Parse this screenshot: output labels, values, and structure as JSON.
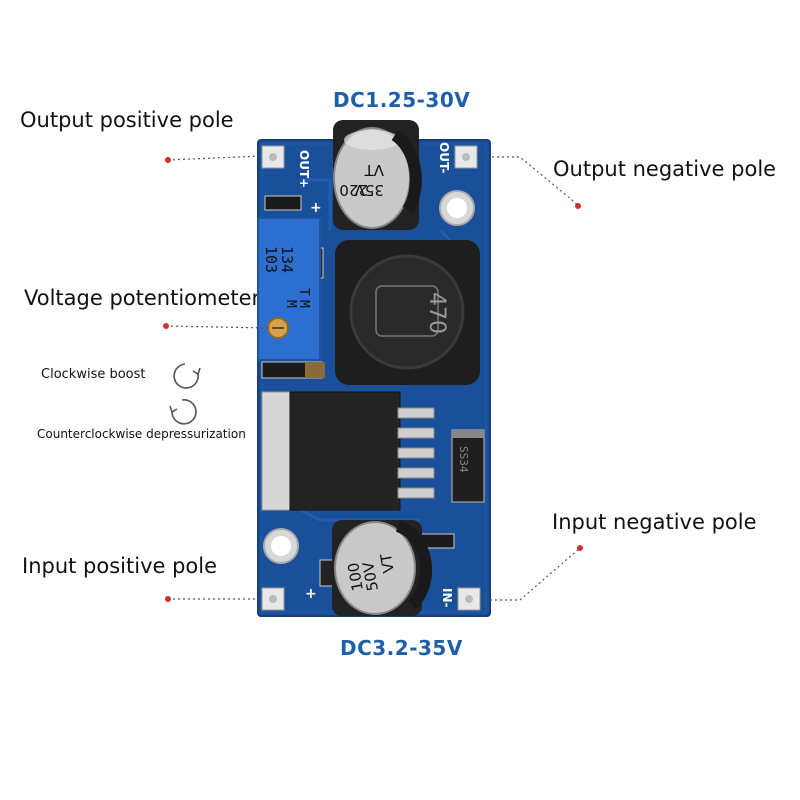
{
  "spec_top": "DC1.25-30V",
  "spec_bottom": "DC3.2-35V",
  "labels": {
    "output_positive": "Output positive pole",
    "output_negative": "Output negative pole",
    "voltage_pot": "Voltage potentiometer",
    "clockwise": "Clockwise boost",
    "counterclockwise": "Counterclockwise depressurization",
    "input_positive": "Input positive pole",
    "input_negative": "Input negative pole"
  },
  "board": {
    "out_plus": "OUT+",
    "out_minus": "OUT-",
    "in_plus": "+",
    "in_minus": "IN-",
    "plus_sign": "+",
    "cap_top_lines": [
      "220",
      "35V",
      "VT"
    ],
    "cap_bottom_lines": [
      "100",
      "50V",
      "VT"
    ],
    "inductor_code": "470",
    "pot_code_lines": [
      "134",
      "103"
    ],
    "pot_side_lines": [
      "T",
      "M",
      "M"
    ],
    "diode_code": "SS34"
  },
  "colors": {
    "pcb": "#1a4f9a",
    "leader_red": "#d32f2f",
    "spec_blue": "#1f5fa8"
  }
}
